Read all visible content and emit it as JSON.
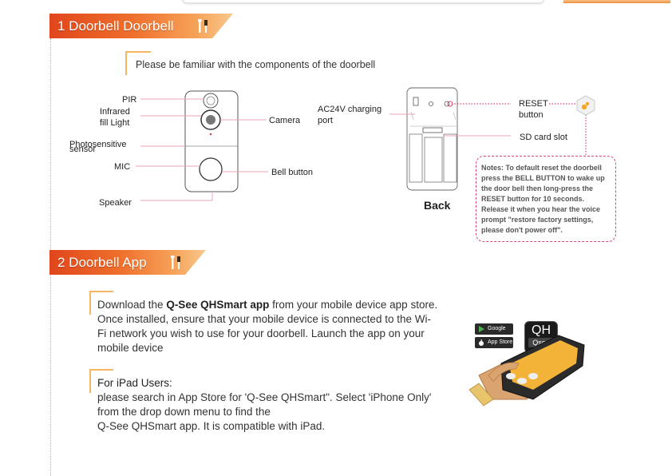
{
  "section1": {
    "title": "1 Doorbell Doorbell",
    "intro": "Please be familiar with the components of the doorbell",
    "front_labels": {
      "pir": "PIR",
      "infrared_1": "Infrared",
      "infrared_2": "fill Light",
      "photo_1": "Photosensitive",
      "photo_2": "sensor",
      "mic": "MIC",
      "speaker": "Speaker",
      "camera": "Camera",
      "bell_button": "Bell button"
    },
    "back_labels": {
      "ac_1": "AC24V charging",
      "ac_2": "port",
      "reset_1": "RESET",
      "reset_2": "button",
      "sd": "SD card slot",
      "back": "Back"
    },
    "notes": "Notes: To default reset the doorbell press the BELL BUTTON to wake up the door bell then long-press the RESET button for 10 seconds. Release it when you hear the voice prompt \"restore factory settings, please don't power off\"."
  },
  "section2": {
    "title": "2 Doorbell App",
    "download_pre": "Download the ",
    "download_bold": "Q-See QHSmart app",
    "download_post": " from your mobile device app store. Once installed, ensure that your mobile device is connected to the Wi-Fi network you wish to use for your doorbell. Launch the app on your mobile device",
    "ipad_heading": "For iPad Users:",
    "ipad_line1": "please search in App Store for 'Q-See QHSmart\". Select  'iPhone  Only'",
    "ipad_line2": "from the drop down menu to find the",
    "ipad_line3": "Q-See QHSmart app. It is compatible with iPad.",
    "badges": {
      "google": "Google play",
      "apple": "App Store"
    },
    "app_icon": {
      "top": "QH",
      "bottom": "Qsee"
    }
  },
  "colors": {
    "accent": "#ef6f2c",
    "bracket": "#f6b560",
    "notes_border": "#d84870"
  }
}
